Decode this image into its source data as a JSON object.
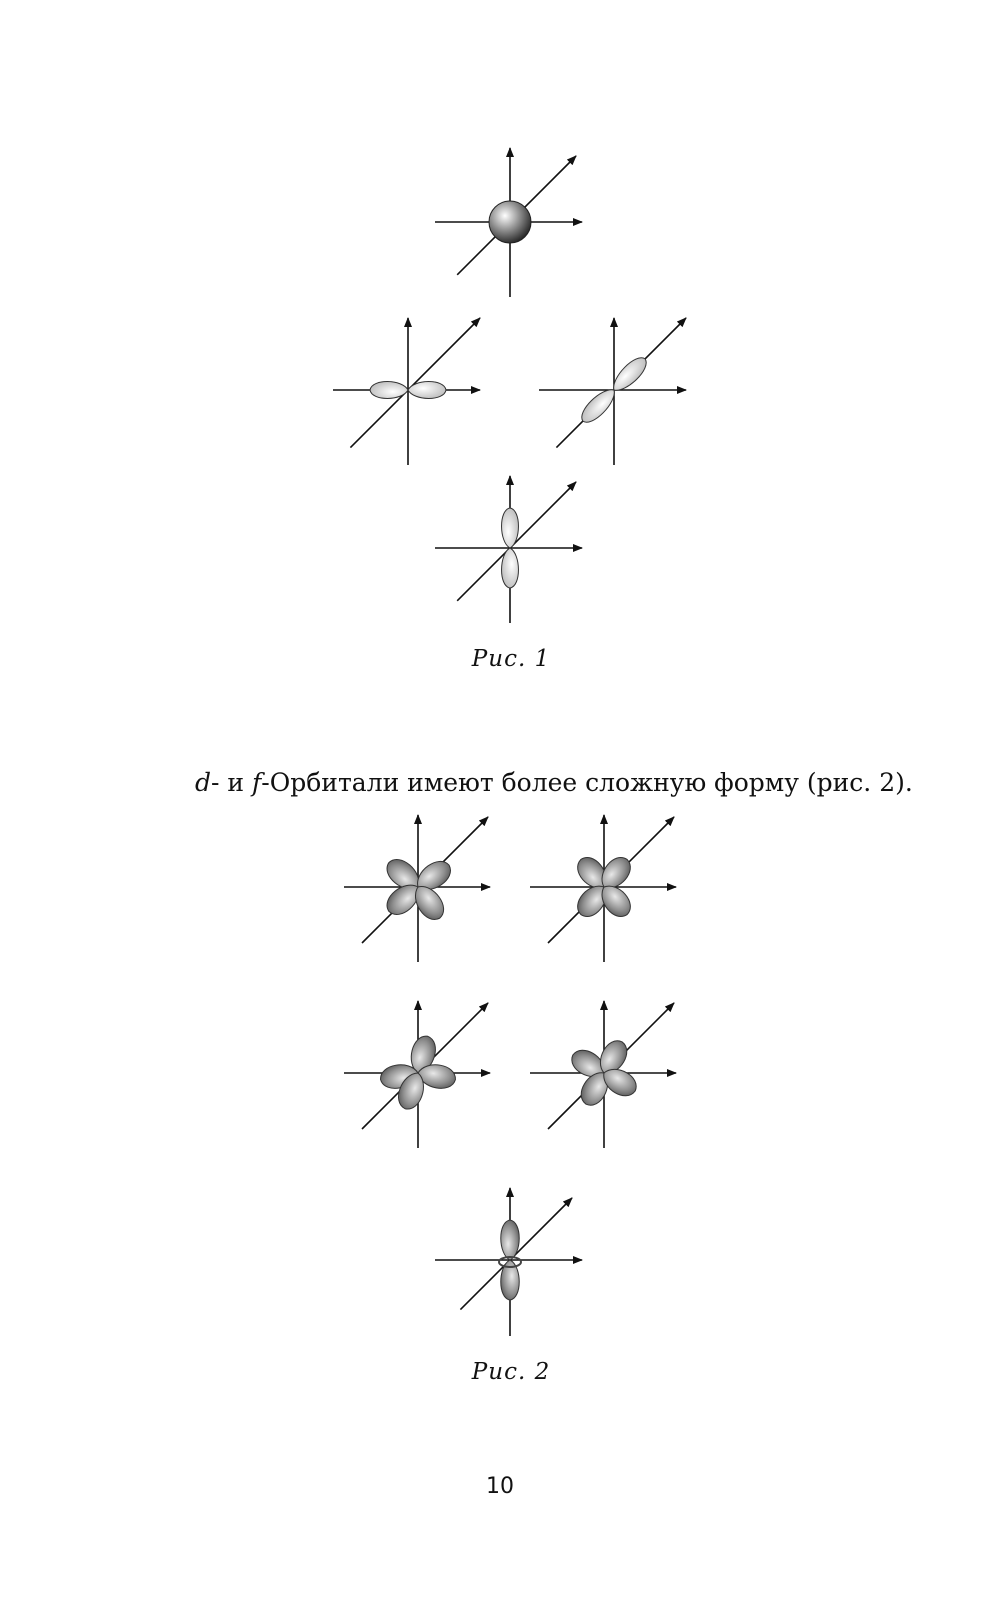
{
  "figure1": {
    "caption": "Рис. 1"
  },
  "text": {
    "d_letter": "d",
    "and_word": "- и ",
    "f_letter": "f",
    "sentence_rest": "-Орбитали имеют более сложную форму (рис. 2)."
  },
  "figure2": {
    "caption": "Рис. 2"
  },
  "page_number": "10",
  "colors": {
    "lobe_light": "#dcdcdc",
    "lobe_dark": "#8a8a8a",
    "axis": "#111111"
  }
}
